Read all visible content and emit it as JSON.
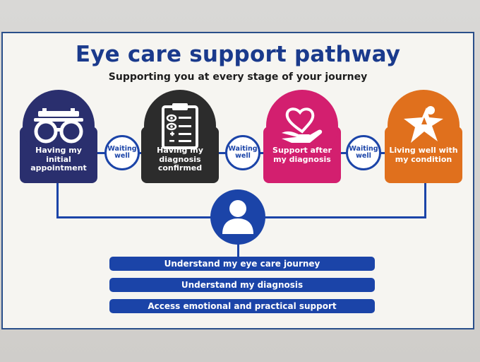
{
  "header": {
    "title": "Eye care support pathway",
    "subtitle": "Supporting you at every stage of your journey"
  },
  "stages": [
    {
      "label": "Having my initial appointment",
      "color": "#2a2f6e",
      "icon": "glasses-icon"
    },
    {
      "label": "Having my diagnosis confirmed",
      "color": "#2c2c2c",
      "icon": "clipboard-icon"
    },
    {
      "label": "Support after my diagnosis",
      "color": "#d31f6f",
      "icon": "heart-hand-icon"
    },
    {
      "label": "Living well with my condition",
      "color": "#e0701d",
      "icon": "star-person-icon"
    }
  ],
  "waiting": [
    {
      "label": "Waiting well"
    },
    {
      "label": "Waiting well"
    },
    {
      "label": "Waiting well"
    }
  ],
  "center_icon": "person-icon",
  "actions": [
    {
      "label": "Understand my eye care journey"
    },
    {
      "label": "Understand my diagnosis"
    },
    {
      "label": "Access emotional and practical support"
    }
  ],
  "accent_color": "#1b44a8"
}
